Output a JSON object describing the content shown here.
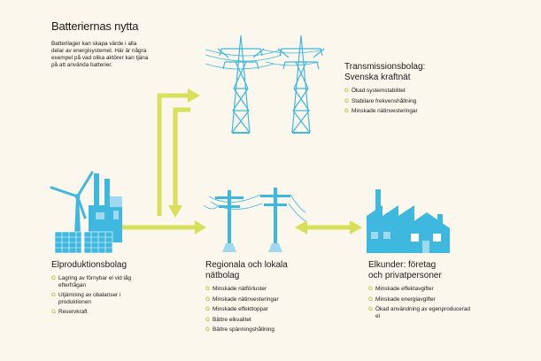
{
  "title": "Batteriernas nytta",
  "intro": "Batterilager kan skapa värde i alla delar av energisystemet. Här är några exempel på vad olika aktörer kan tjäna på att använda batterier.",
  "colors": {
    "background": "#fbf7ec",
    "arrow": "#d8e05a",
    "tower": "#3fb8df",
    "tower_light": "#9fd8ef",
    "bullet": "#b8c94a"
  },
  "bullet_glyph": "G",
  "sections": {
    "transmission": {
      "title_line1": "Transmissionsbolag:",
      "title_line2": "Svenska kraftnät",
      "items": [
        "Ökad systemstabilitet",
        "Stabilare frekvenshållning",
        "Minskade nätinvesteringar"
      ]
    },
    "production": {
      "title": "Elproduktionsbolag",
      "items": [
        "Lagring av förnybar el vid låg efterfrågan",
        "Utjämning av obalanser i produktionen",
        "Reservkraft"
      ]
    },
    "regional": {
      "title_line1": "Regionala och lokala",
      "title_line2": "nätbolag",
      "items": [
        "Minskade nätförluster",
        "Minskade nätinvesteringar",
        "Minskade effekttoppar",
        "Bättre elkvalitet",
        "Bättre spänningshållning"
      ]
    },
    "customers": {
      "title_line1": "Elkunder: företag",
      "title_line2": "och privatpersoner",
      "items": [
        "Minskade effektavgifter",
        "Minskade energiavgifter",
        "Ökad användning av egenproducerad el"
      ]
    }
  }
}
